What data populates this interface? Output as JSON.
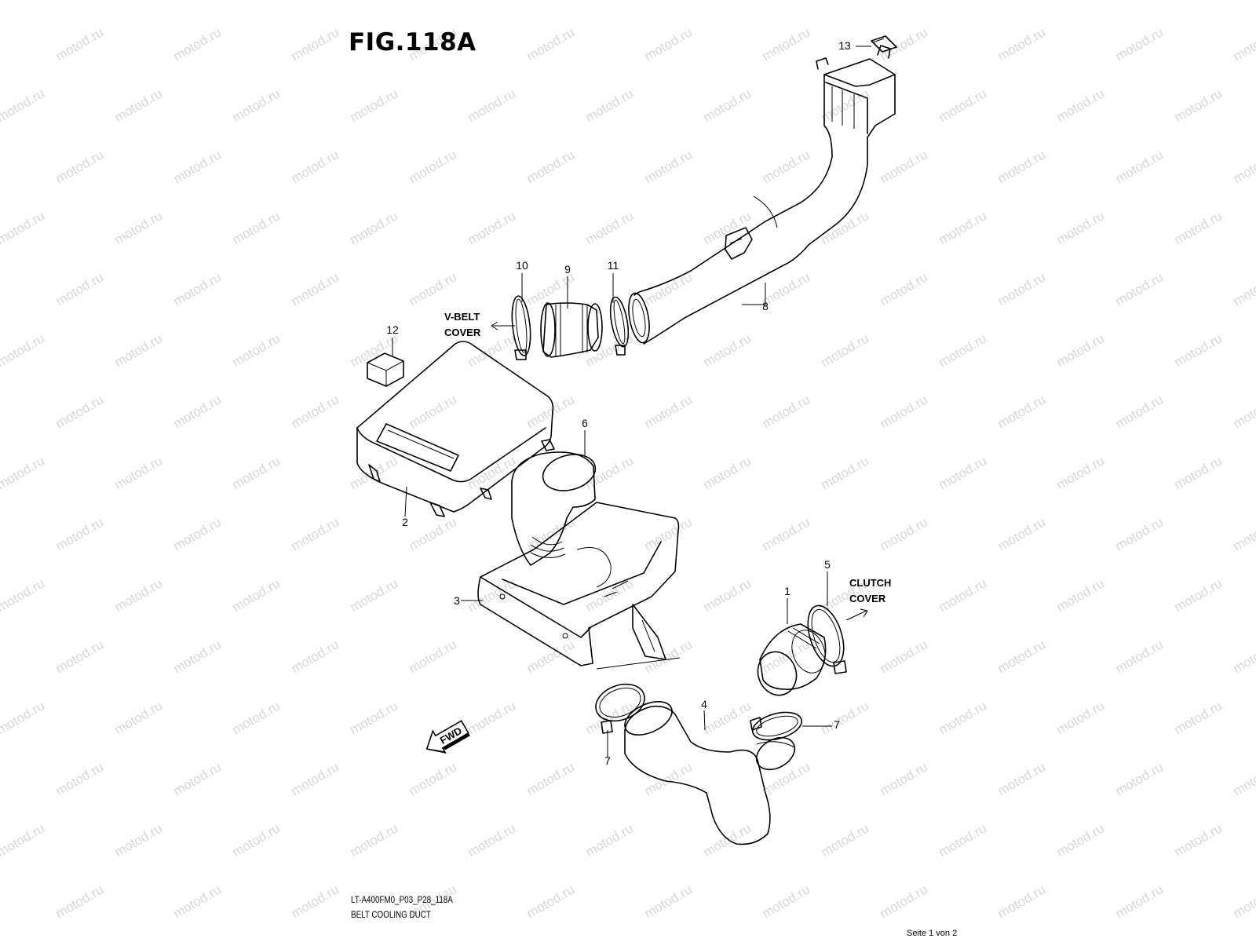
{
  "figure": {
    "title": "FIG.118A",
    "drawing_code": "LT-A400FM0_P03_P28_118A",
    "drawing_name": "BELT COOLING DUCT",
    "page_indicator": "Seite 1 von 2",
    "watermark": "motod.ru",
    "direction_marker": "FWD"
  },
  "callouts": [
    {
      "label": "1",
      "part": "clutch-cover-duct-joint"
    },
    {
      "label": "2",
      "part": "duct-box-cover"
    },
    {
      "label": "3",
      "part": "duct-box"
    },
    {
      "label": "4",
      "part": "clutch-duct"
    },
    {
      "label": "5",
      "part": "clamp"
    },
    {
      "label": "6",
      "part": "box-inlet-hose"
    },
    {
      "label": "7",
      "part": "clamp"
    },
    {
      "label": "7",
      "part": "clamp"
    },
    {
      "label": "8",
      "part": "belt-cooling-duct"
    },
    {
      "label": "9",
      "part": "duct-joint"
    },
    {
      "label": "10",
      "part": "clamp"
    },
    {
      "label": "11",
      "part": "clamp"
    },
    {
      "label": "12",
      "part": "cushion"
    },
    {
      "label": "13",
      "part": "seal"
    }
  ],
  "references": {
    "v_belt_cover": [
      "V-BELT",
      "COVER"
    ],
    "clutch_cover": [
      "CLUTCH",
      "COVER"
    ]
  }
}
